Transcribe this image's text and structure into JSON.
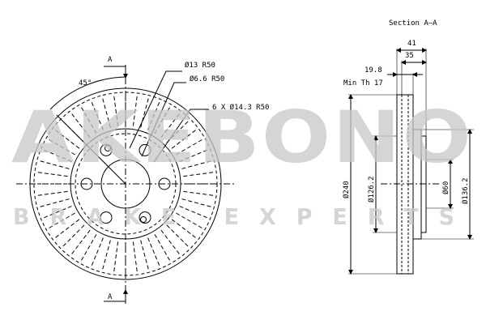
{
  "watermark": {
    "brand": "AKEBONO",
    "tagline": "BRAKE EXPERTS"
  },
  "front_view": {
    "section_marker_top": "A",
    "section_marker_bottom": "A",
    "angle": "45°",
    "callouts": [
      "Ø13 R50",
      "Ø6.6 R50",
      "6 X Ø14.3 R50"
    ]
  },
  "section_view": {
    "title": "Section A–A",
    "dims": {
      "total_width": "41",
      "hub_width": "35",
      "disc_thickness": "19.8",
      "min_thickness": "Min Th 17",
      "outer_diameter": "Ø240",
      "hub_outer_diameter": "Ø126.2",
      "center_bore": "Ø60",
      "hat_diameter": "Ø136.2"
    }
  }
}
